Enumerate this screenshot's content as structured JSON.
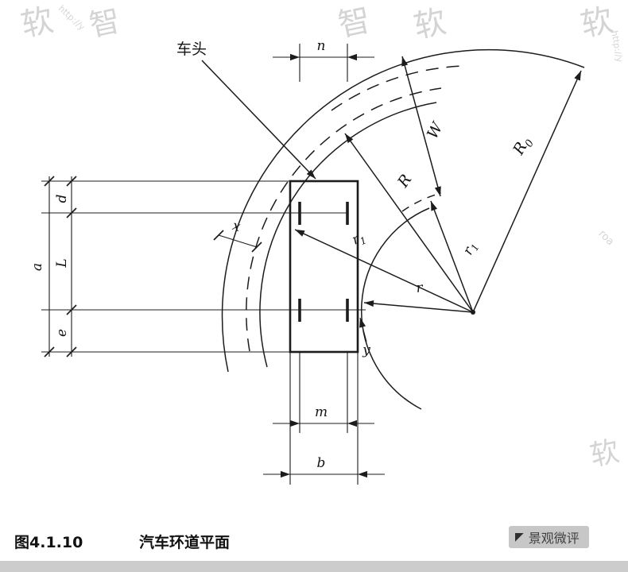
{
  "figure": {
    "caption_number": "图4.1.10",
    "caption_title": "汽车环道平面"
  },
  "badge": {
    "icon": "◤",
    "text": "景观微评"
  },
  "diagram": {
    "vehicle_front_label": "车头",
    "labels": {
      "n": "n",
      "m": "m",
      "b": "b",
      "a": "a",
      "d": "d",
      "L": "L",
      "e": "e",
      "x": "x",
      "y": "y",
      "r": "r",
      "W": "W",
      "R": "R",
      "R0": {
        "base": "R",
        "sub": "0"
      },
      "r1_wheel": {
        "base": "r",
        "sub": "1"
      },
      "r1_inner": {
        "base": "r",
        "sub": "1"
      }
    }
  },
  "watermarks": [
    {
      "text": "软"
    },
    {
      "text": "http://y"
    },
    {
      "text": "智"
    },
    {
      "text": "软"
    },
    {
      "text": "软"
    },
    {
      "text": "http://y"
    },
    {
      "text": "roa"
    },
    {
      "text": "软"
    },
    {
      "text": "智"
    }
  ]
}
